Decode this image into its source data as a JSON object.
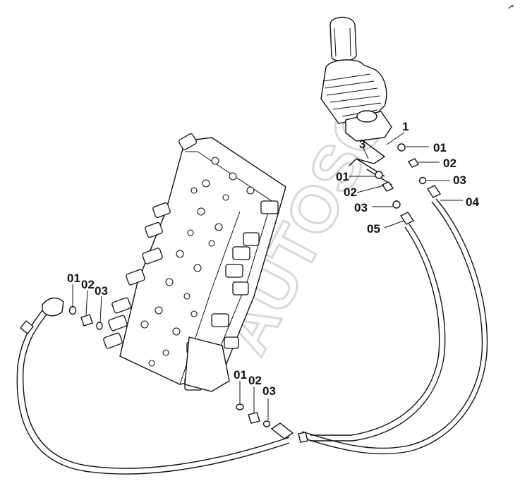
{
  "watermark": "AUTOSO",
  "labels": {
    "joystick_item": "1",
    "bracket_item": "3",
    "upper_right_01": "01",
    "upper_right_02": "02",
    "upper_right_03": "03",
    "upper_right_04": "04",
    "middle_01": "01",
    "middle_02": "02",
    "middle_03": "03",
    "middle_05": "05",
    "left_01": "01",
    "left_02": "02",
    "left_03": "03",
    "bottom_01": "01",
    "bottom_02": "02",
    "bottom_03": "03"
  }
}
